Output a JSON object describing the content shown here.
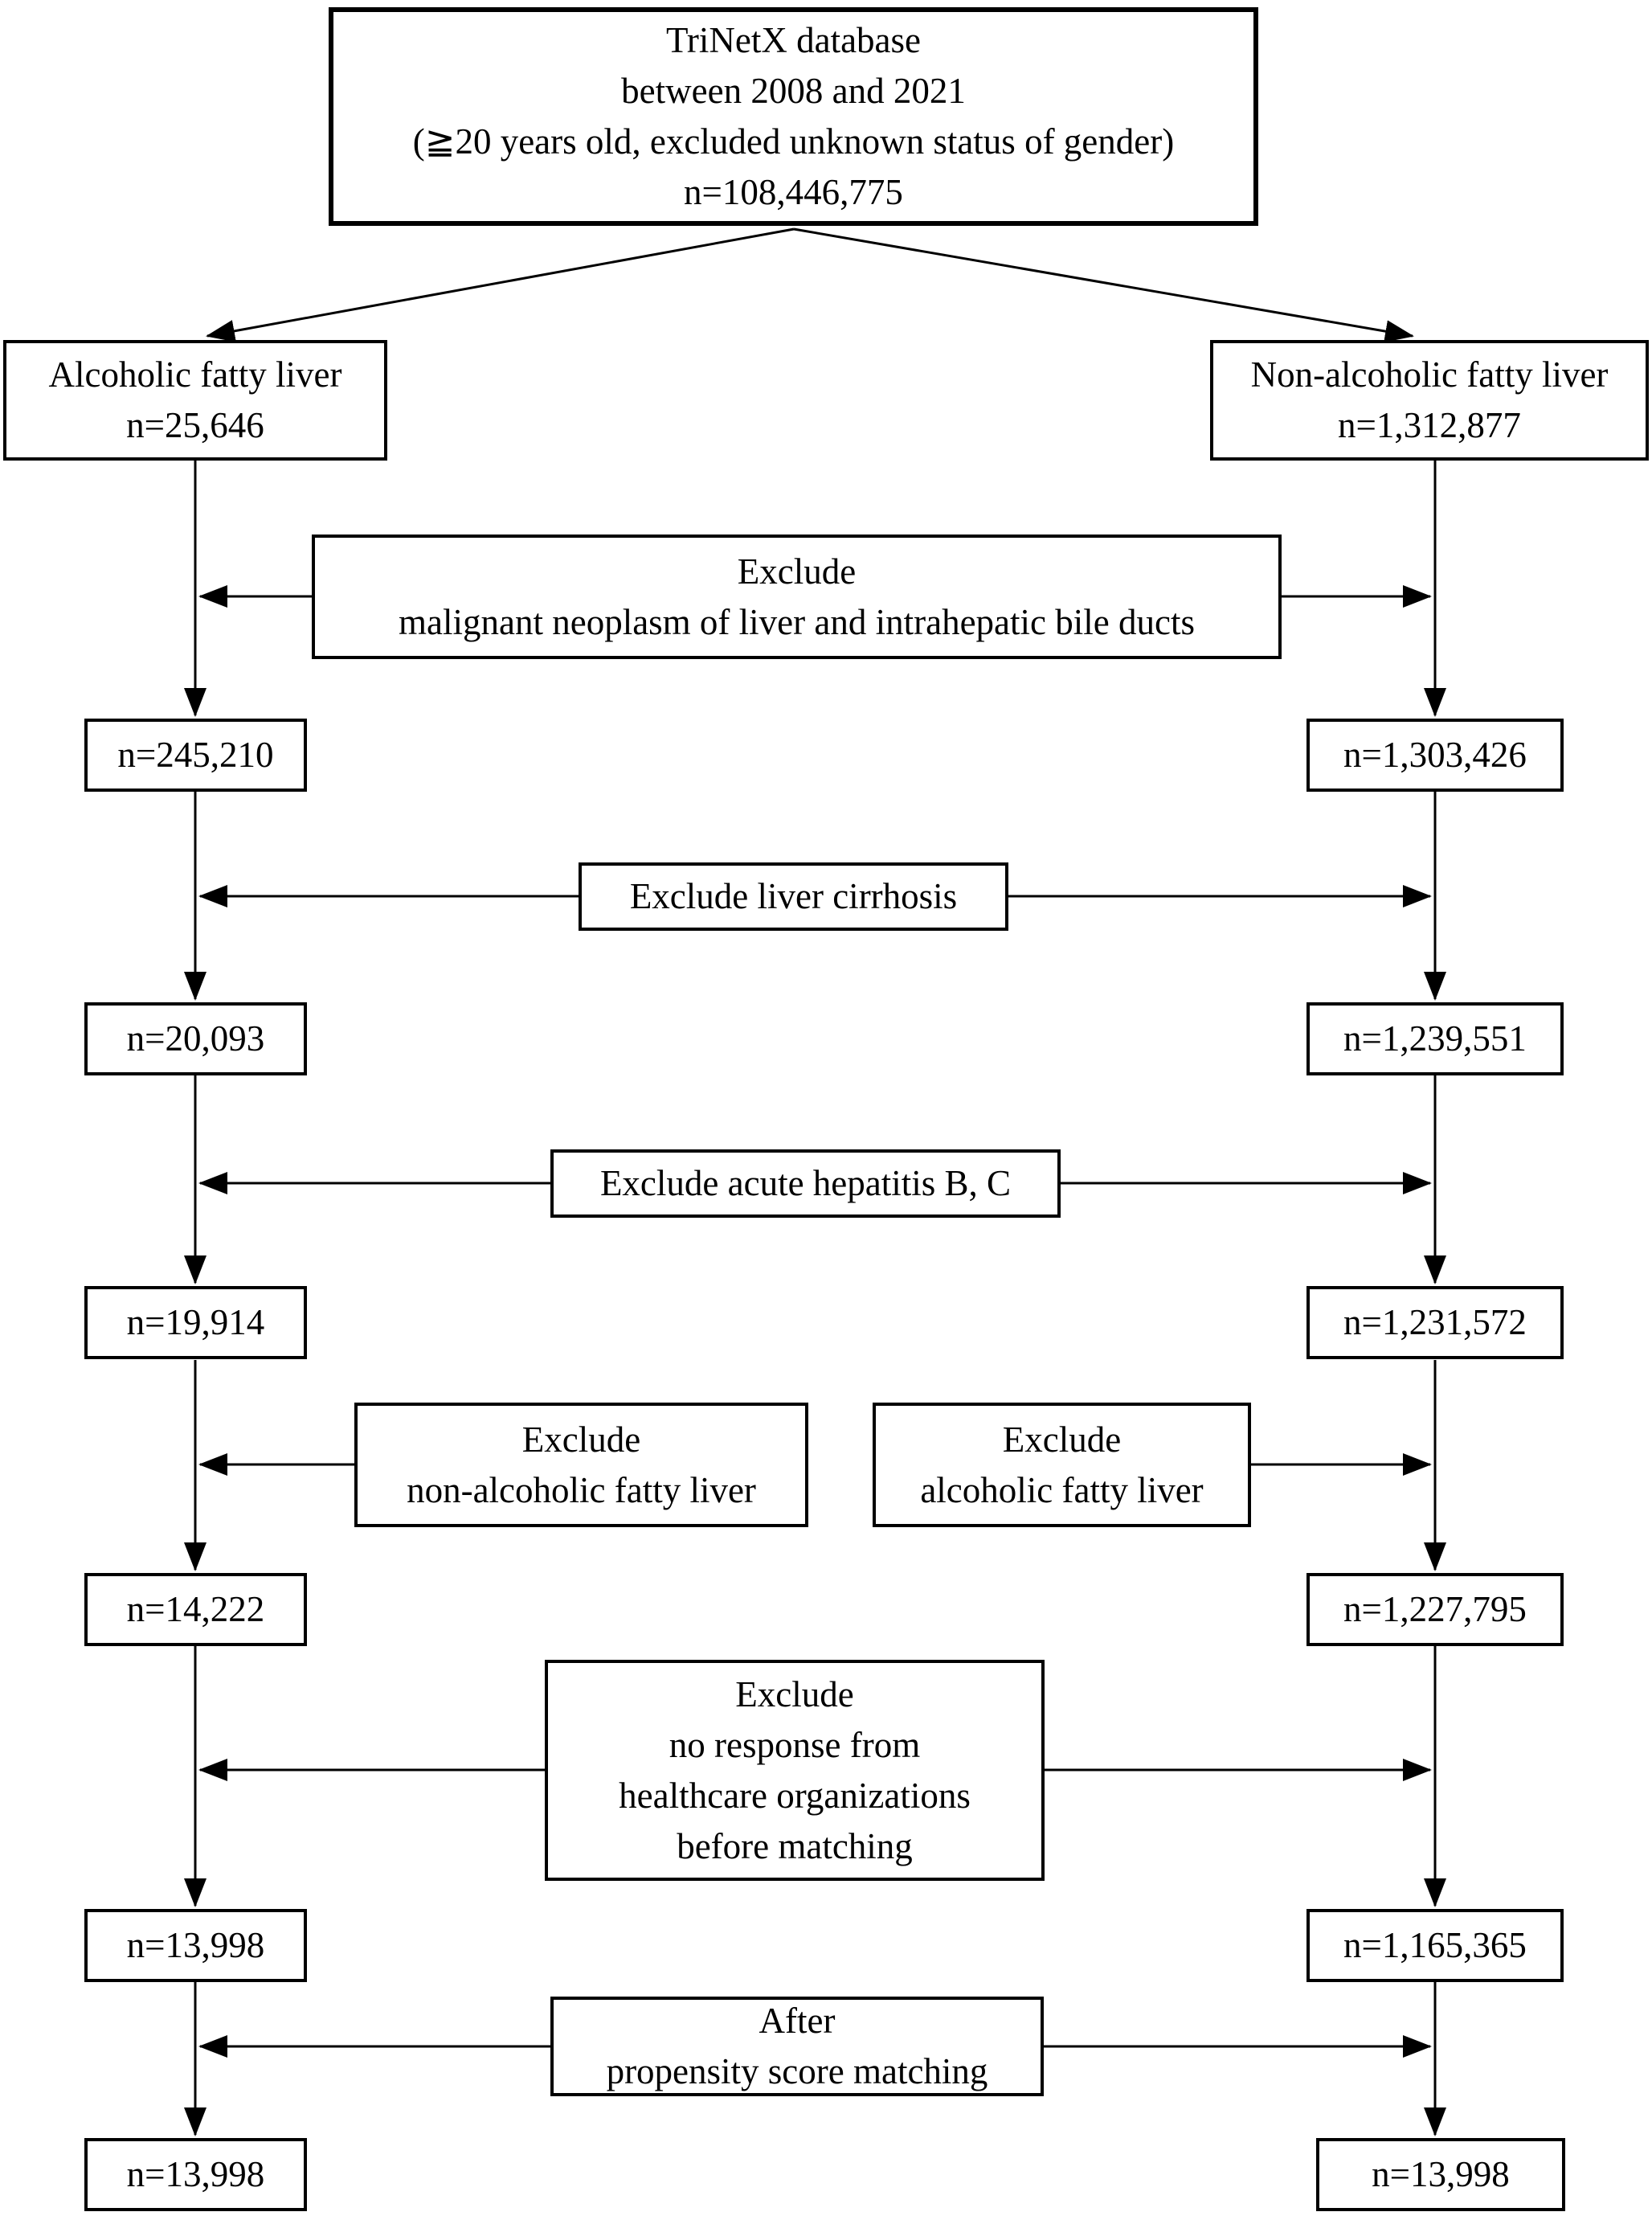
{
  "diagram": {
    "title_node": {
      "lines": [
        "TriNetX database",
        "between 2008 and 2021",
        "(≧20 years old, excluded unknown status of gender)",
        "n=108,446,775"
      ]
    },
    "left_branch": {
      "label": "Alcoholic fatty liver",
      "n": "n=25,646"
    },
    "right_branch": {
      "label": "Non-alcoholic fatty liver",
      "n": "n=1,312,877"
    },
    "exclude_neoplasm": {
      "line1": "Exclude",
      "line2": "malignant neoplasm of liver and intrahepatic bile ducts"
    },
    "exclude_cirrhosis": "Exclude liver cirrhosis",
    "exclude_hepatitis": "Exclude acute hepatitis B, C",
    "exclude_nafl": {
      "line1": "Exclude",
      "line2": "non-alcoholic fatty liver"
    },
    "exclude_afl": {
      "line1": "Exclude",
      "line2": "alcoholic fatty liver"
    },
    "exclude_noresponse": {
      "line1": "Exclude",
      "line2": "no response from",
      "line3": "healthcare organizations",
      "line4": "before matching"
    },
    "matching": {
      "line1": "After",
      "line2": "propensity score matching"
    },
    "left_counts": {
      "n1": "n=245,210",
      "n2": "n=20,093",
      "n3": "n=19,914",
      "n4": "n=14,222",
      "n5": "n=13,998",
      "n6": "n=13,998"
    },
    "right_counts": {
      "n1": "n=1,303,426",
      "n2": "n=1,239,551",
      "n3": "n=1,231,572",
      "n4": "n=1,227,795",
      "n5": "n=1,165,365",
      "n6": "n=13,998"
    },
    "colors": {
      "line": "#000000",
      "background": "#ffffff",
      "text": "#000000"
    }
  }
}
